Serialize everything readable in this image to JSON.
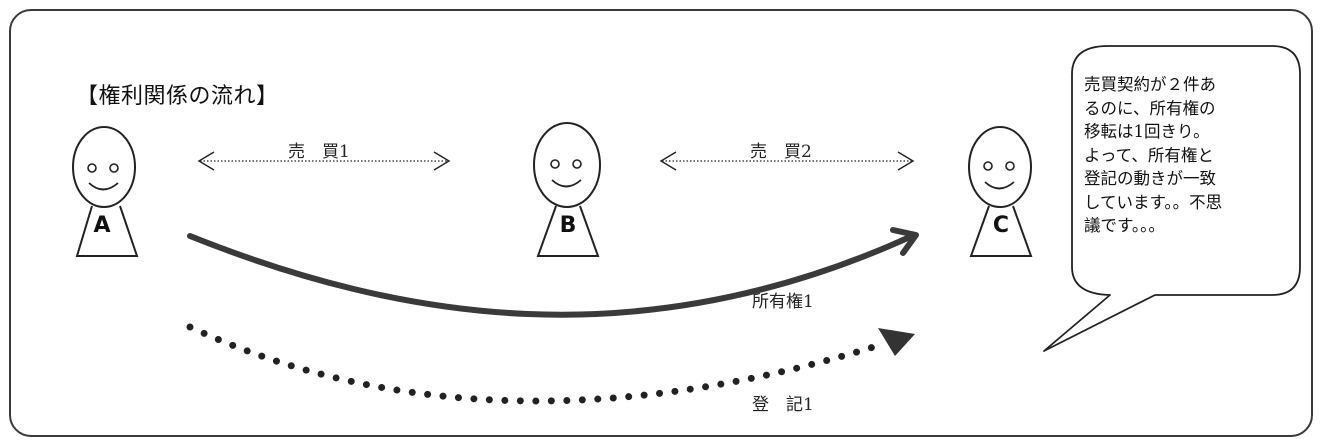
{
  "title": "【権利関係の流れ】",
  "persons": {
    "a": "A",
    "b": "B",
    "c": "C"
  },
  "relations": {
    "sale1": "売　買1",
    "sale2": "売　買2",
    "ownership": "所有権1",
    "registration": "登　記1"
  },
  "bubble": {
    "lines": [
      "売買契約が２件あ",
      "るのに、所有権の",
      "移転は1回きり。",
      "よって、所有権と",
      "登記の動きが一致",
      "しています。。不思",
      "議です。。。"
    ]
  }
}
